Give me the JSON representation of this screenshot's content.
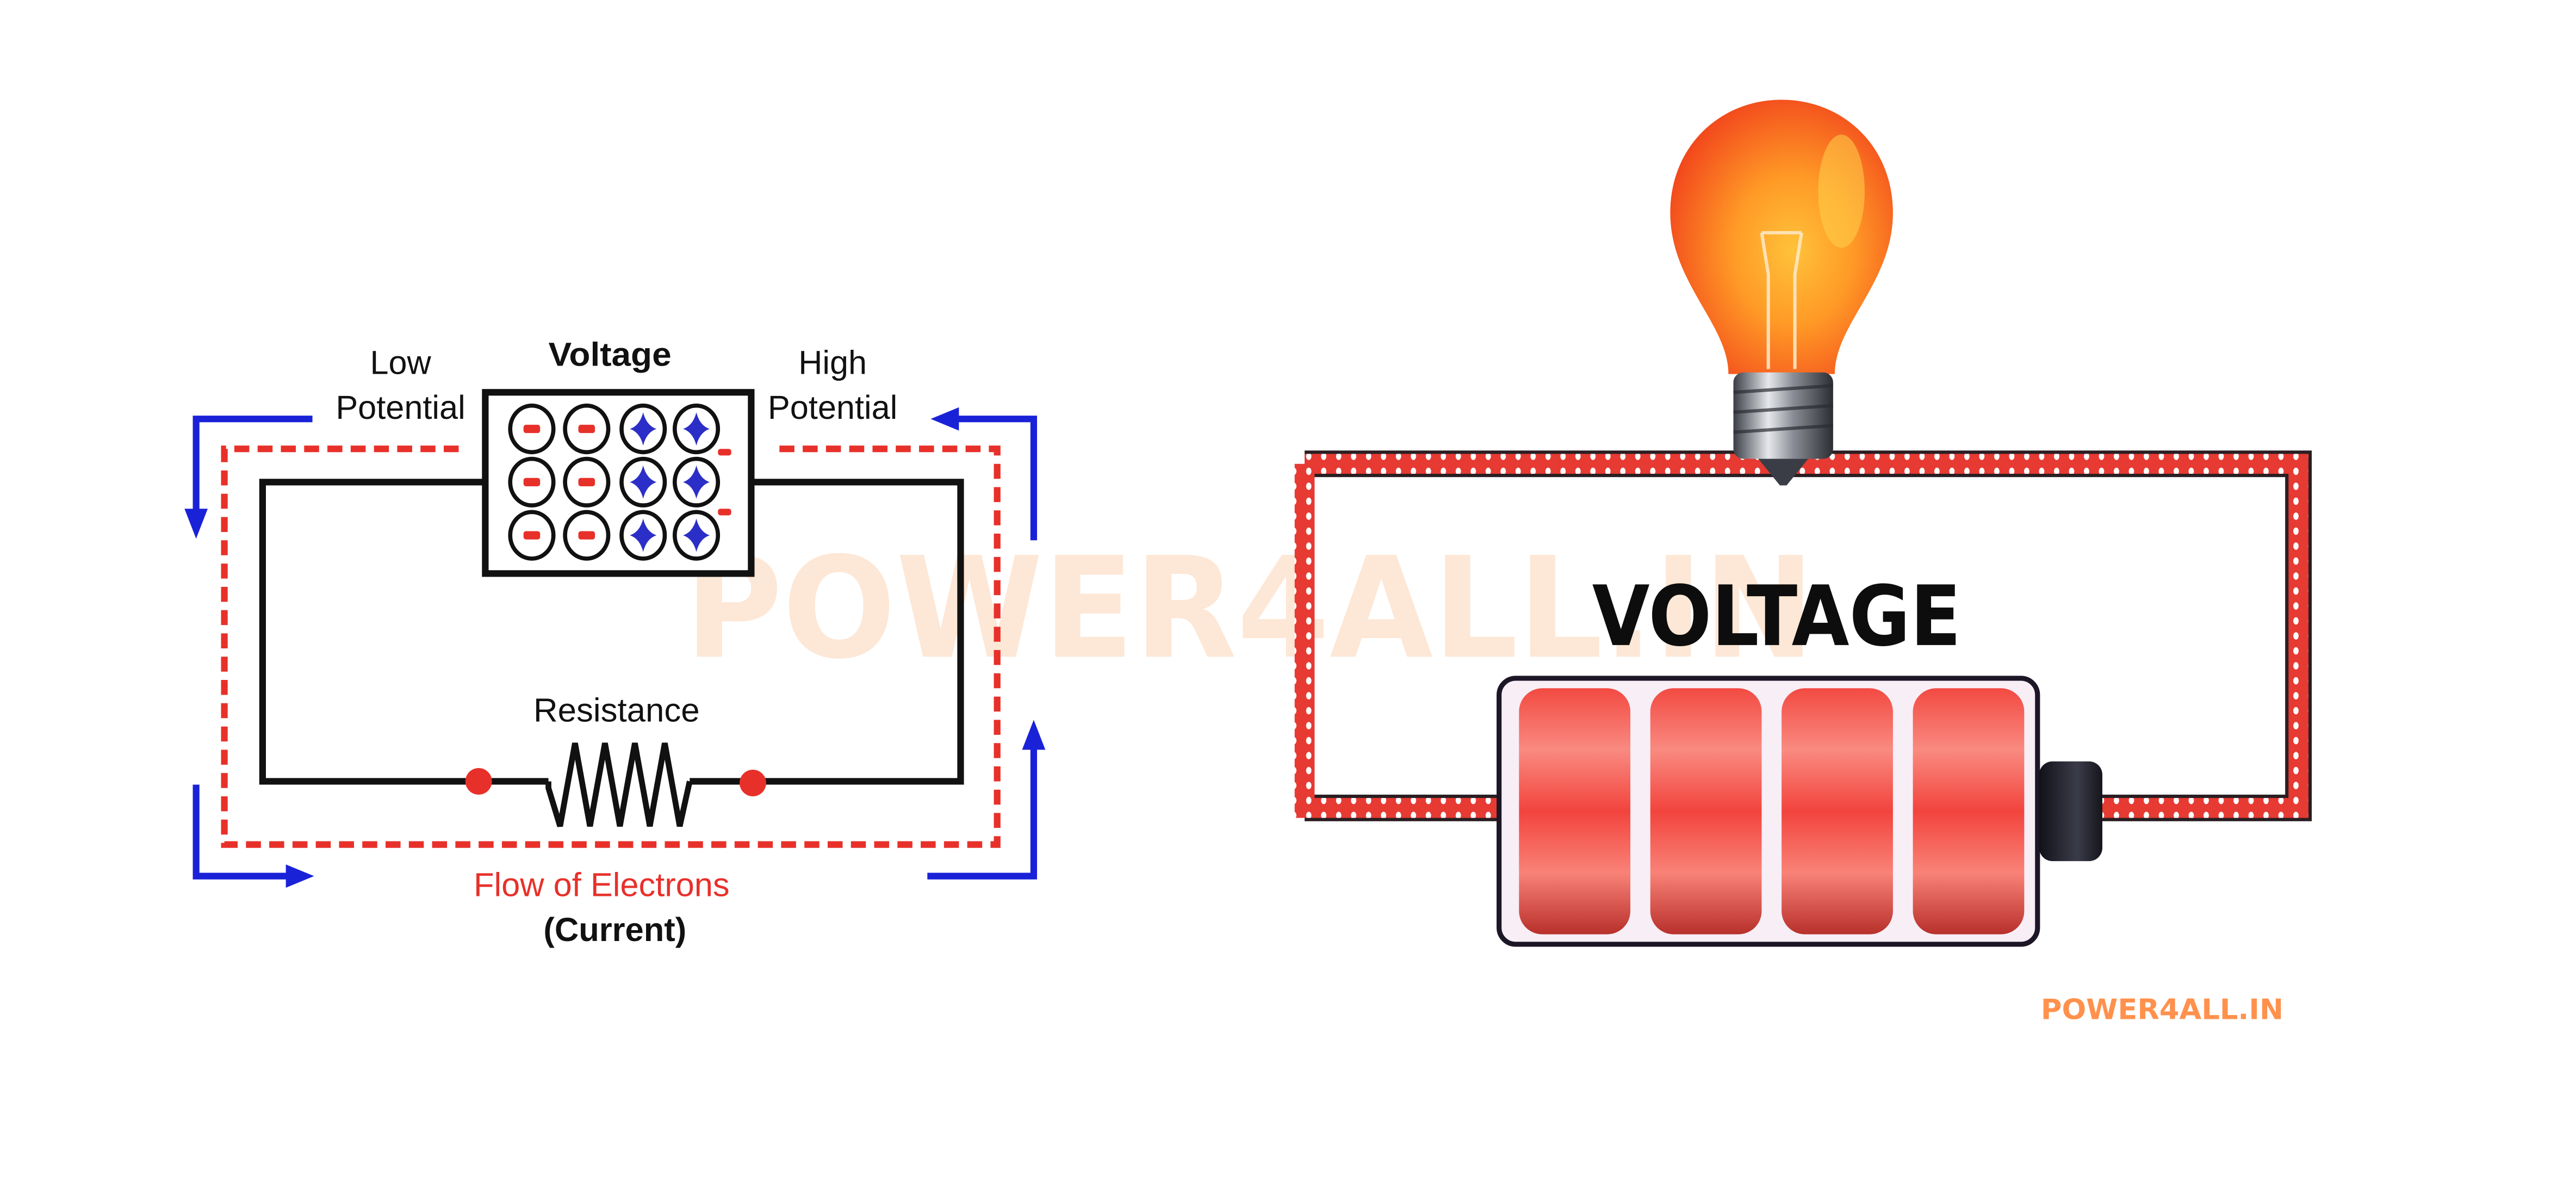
{
  "watermark": {
    "text": "POWER4ALL.IN",
    "color": "#fde3cf"
  },
  "logo": {
    "text": "POWER4ALL.IN",
    "color": "#ff914d"
  },
  "circuit_diagram": {
    "labels": {
      "low_potential_line1": "Low",
      "low_potential_line2": "Potential",
      "voltage": "Voltage",
      "high_potential_line1": "High",
      "high_potential_line2": "Potential",
      "resistance": "Resistance",
      "flow_line1": "Flow of Electrons",
      "flow_line2": "(Current)"
    },
    "charge_grid": {
      "rows": 3,
      "columns": [
        "negative",
        "negative",
        "positive",
        "positive"
      ],
      "negative_symbol": "−",
      "positive_symbol": "+"
    },
    "colors": {
      "wire": "#111111",
      "electron_flow": "#e8302a",
      "current_arrow": "#1a22d8",
      "negative_charge": "#e8302a",
      "positive_charge": "#2b2fc7",
      "flow_label": "#e8302a"
    }
  },
  "battery_diagram": {
    "title": "VOLTAGE",
    "cells": 4,
    "colors": {
      "wire": "#e63a33",
      "cell": "#f2534a",
      "terminal": "#1f1f2b",
      "bulb": "#ff6a1a"
    }
  }
}
